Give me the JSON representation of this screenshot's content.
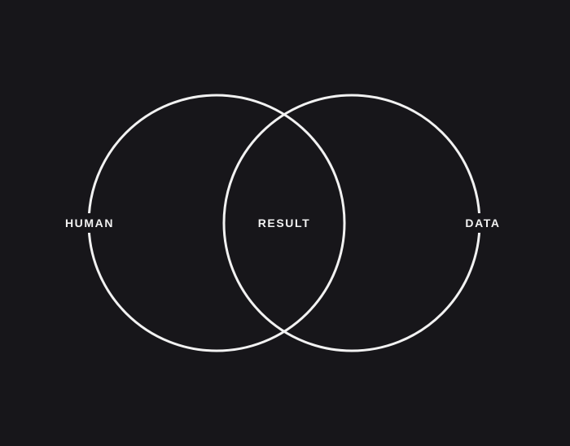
{
  "colors": {
    "background": "#17161a",
    "stroke": "#f2f2f2",
    "text": "#f2f2f2"
  },
  "diagram": {
    "type": "venn",
    "sets": [
      {
        "label": "HUMAN"
      },
      {
        "label": "DATA"
      }
    ],
    "intersection_label": "RESULT"
  }
}
